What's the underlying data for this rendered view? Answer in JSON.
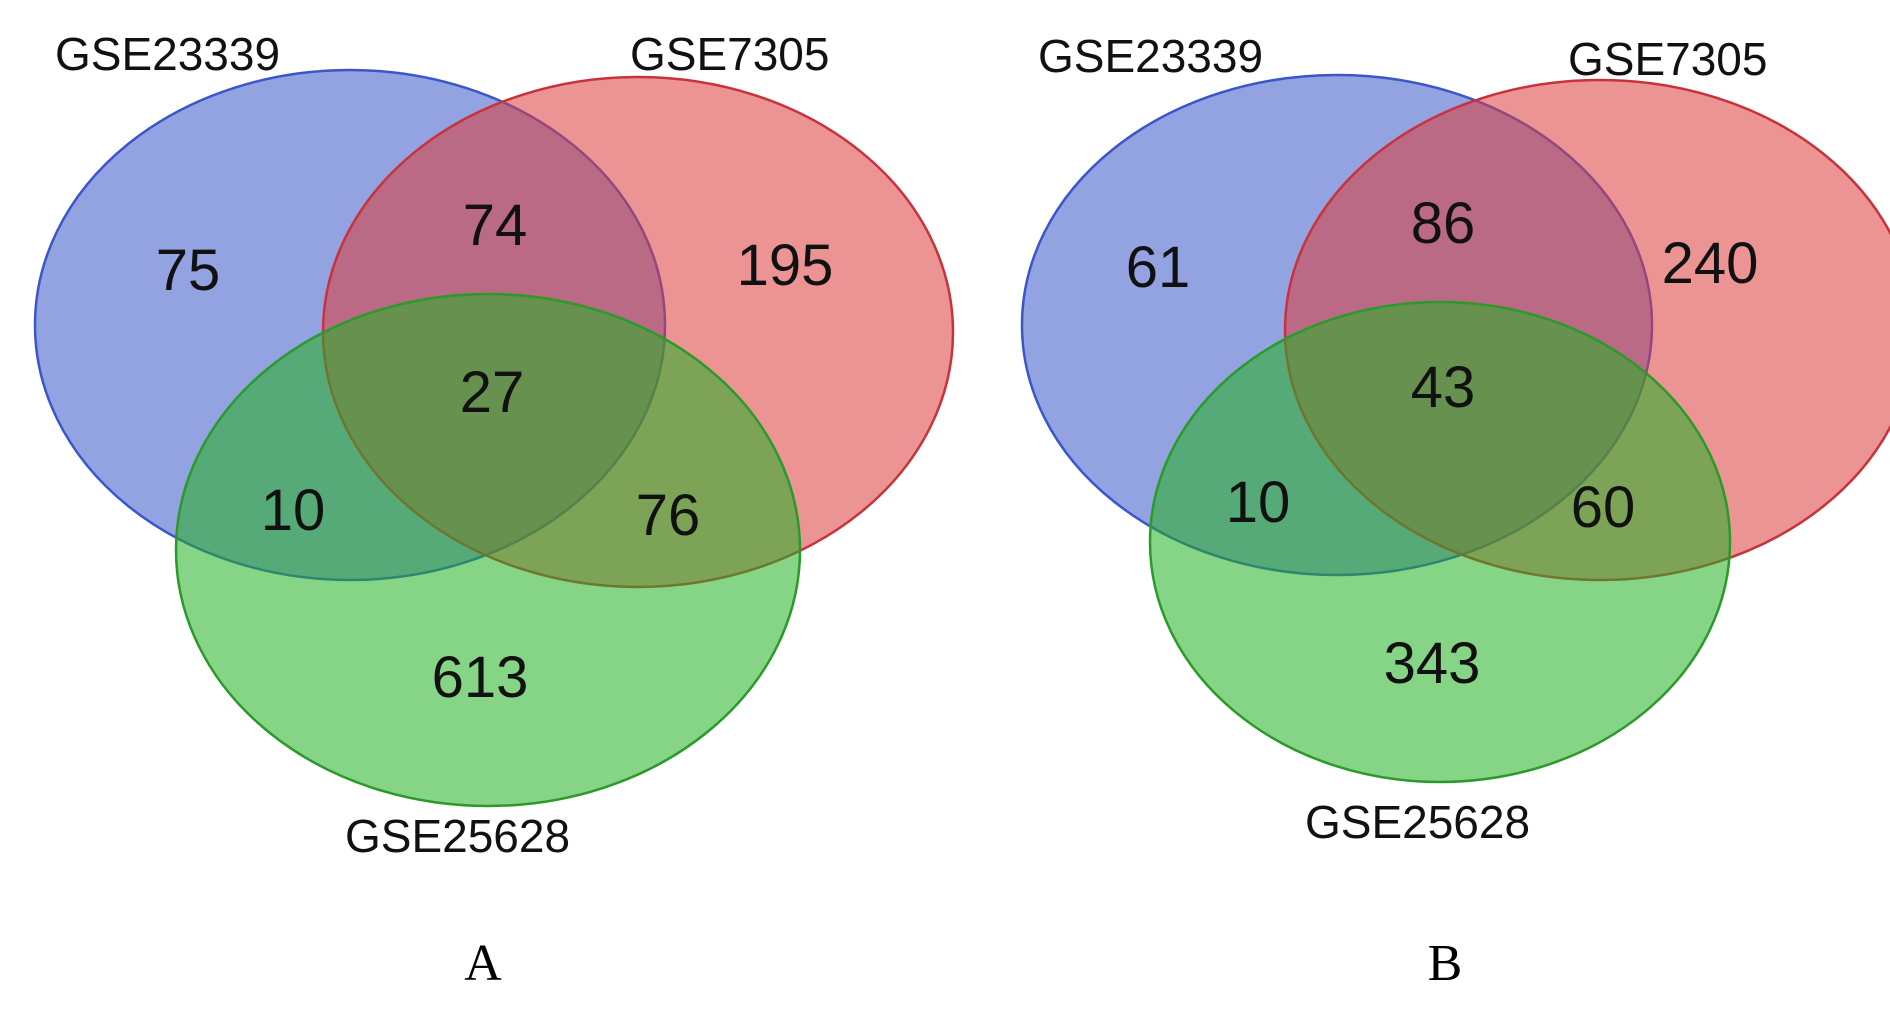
{
  "colors": {
    "set_1": "#3a56c9",
    "set_2": "#dc3c3c",
    "set_3": "#22b022",
    "stroke_1": "#3a56c9",
    "stroke_2": "#c8323a",
    "stroke_3": "#2a9a2a"
  },
  "panels": [
    {
      "letter": "A",
      "sets": [
        "GSE23339",
        "GSE7305",
        "GSE25628"
      ],
      "counts": {
        "only_1": "75",
        "only_2": "195",
        "only_3": "613",
        "set_1_2": "74",
        "set_1_3": "10",
        "set_2_3": "76",
        "all": "27"
      }
    },
    {
      "letter": "B",
      "sets": [
        "GSE23339",
        "GSE7305",
        "GSE25628"
      ],
      "counts": {
        "only_1": "61",
        "only_2": "240",
        "only_3": "343",
        "set_1_2": "86",
        "set_1_3": "10",
        "set_2_3": "60",
        "all": "43"
      }
    }
  ]
}
